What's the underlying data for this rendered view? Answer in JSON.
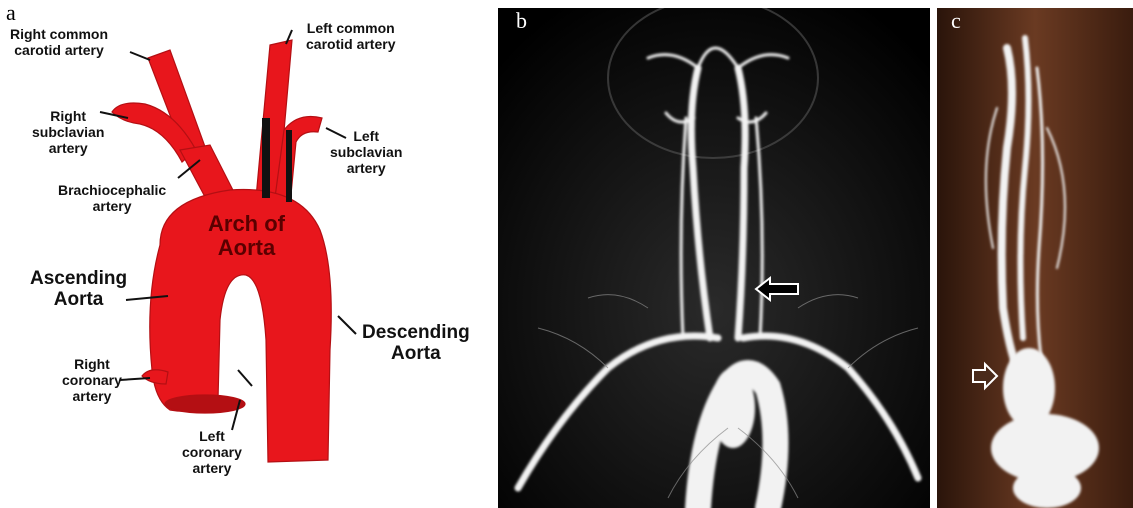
{
  "panels": {
    "a": {
      "letter": "a"
    },
    "b": {
      "letter": "b"
    },
    "c": {
      "letter": "c"
    }
  },
  "labels": {
    "right_common_carotid": "Right common\ncarotid artery",
    "left_common_carotid": "Left common\ncarotid artery",
    "right_subclavian": "Right\nsubclavian\nartery",
    "left_subclavian": "Left\nsubclavian\nartery",
    "brachiocephalic": "Brachiocephalic\nartery",
    "arch_of_aorta": "Arch of\nAorta",
    "ascending_aorta": "Ascending\nAorta",
    "descending_aorta": "Descending\nAorta",
    "right_coronary": "Right\ncoronary\nartery",
    "left_coronary": "Left\ncoronary\nartery"
  },
  "colors": {
    "aorta_red": "#e8161c",
    "aorta_dark": "#b40f13",
    "panel_b_bg": "#000000",
    "panel_c_bg": "#4a2a1a",
    "vessel_white": "#f2f2f2"
  },
  "icons": [
    "arrow-outline-icon"
  ]
}
